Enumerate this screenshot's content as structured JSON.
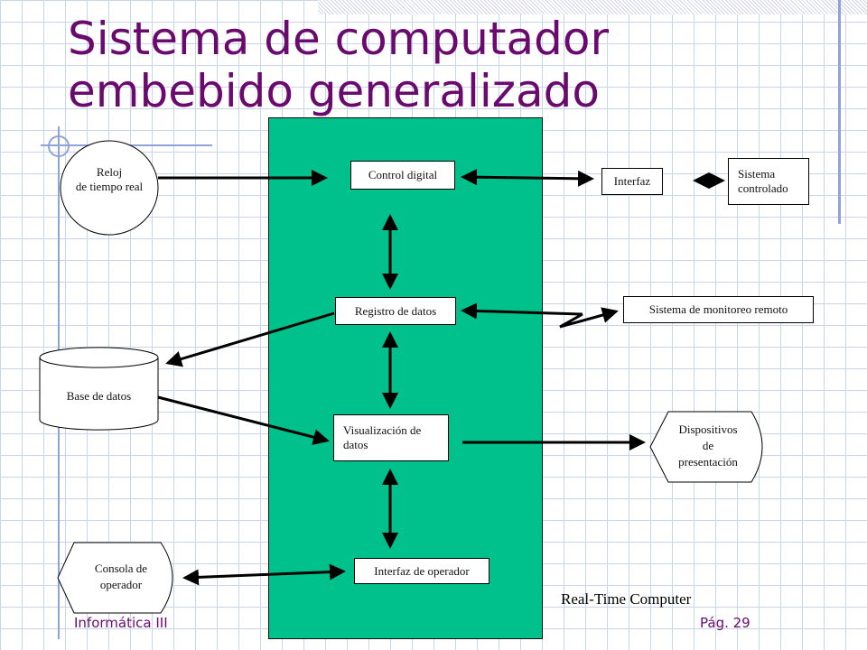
{
  "slide": {
    "title": "Sistema de computador\nembebido generalizado",
    "caption": "Real-Time Computer",
    "footer_left": "Informática III",
    "footer_right": "Pág. 29"
  },
  "diagram": {
    "reloj": "Reloj\nde tiempo real",
    "control_digital": "Control digital",
    "interfaz": "Interfaz",
    "sistema_controlado": "Sistema\ncontrolado",
    "registro_datos": "Registro de datos",
    "monitoreo_remoto": "Sistema de monitoreo remoto",
    "base_datos": "Base de datos",
    "visualizacion": "Visualización de\ndatos",
    "dispositivos": "Dispositivos\nde\npresentación",
    "consola": "Consola de\noperador",
    "interfaz_operador": "Interfaz de operador"
  },
  "colors": {
    "title": "#6a0a6e",
    "block": "#00c08b",
    "grid": "#c9d3ec"
  }
}
